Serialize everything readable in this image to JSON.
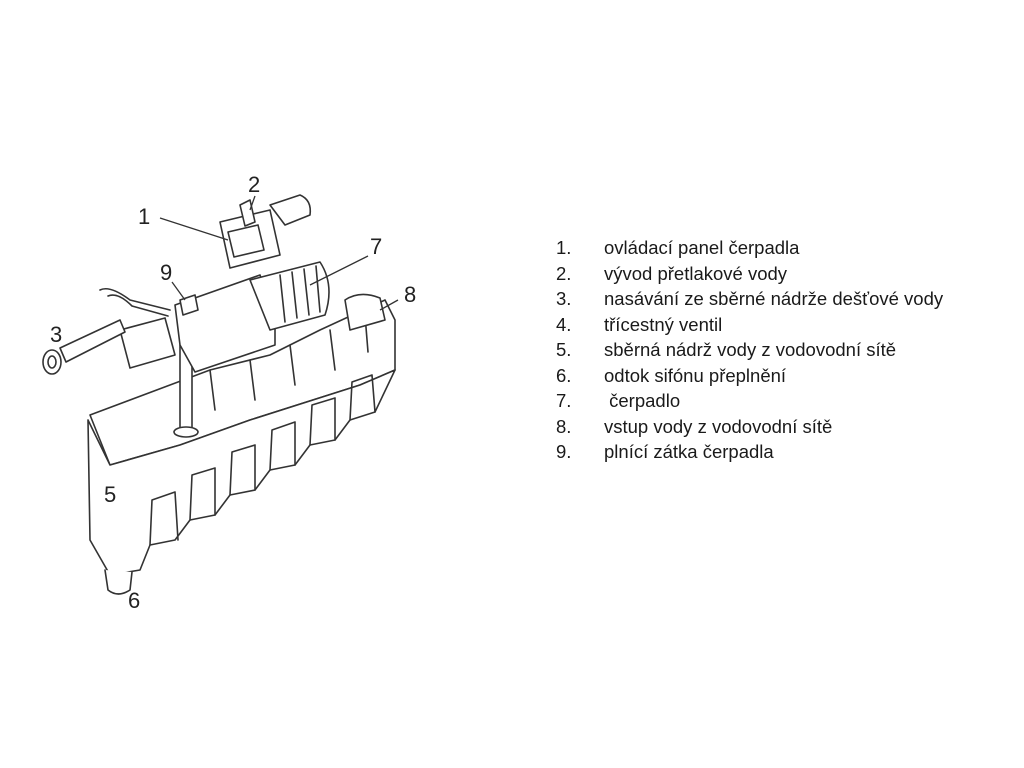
{
  "callout_numbers": [
    "1",
    "2",
    "3",
    "5",
    "6",
    "7",
    "8",
    "9"
  ],
  "legend": {
    "items": [
      {
        "num": "1.",
        "text": "ovládací panel čerpadla"
      },
      {
        "num": "2.",
        "text": "vývod přetlakové vody"
      },
      {
        "num": "3.",
        "text": "nasávání ze sběrné nádrže dešťové vody"
      },
      {
        "num": "4.",
        "text": "třícestný ventil"
      },
      {
        "num": "5.",
        "text": "sběrná nádrž vody z vodovodní sítě"
      },
      {
        "num": "6.",
        "text": "odtok sifónu přeplnění"
      },
      {
        "num": "7.",
        "text": " čerpadlo"
      },
      {
        "num": "8.",
        "text": "vstup vody z vodovodní sítě"
      },
      {
        "num": "9.",
        "text": "plnící zátka čerpadla"
      }
    ]
  }
}
